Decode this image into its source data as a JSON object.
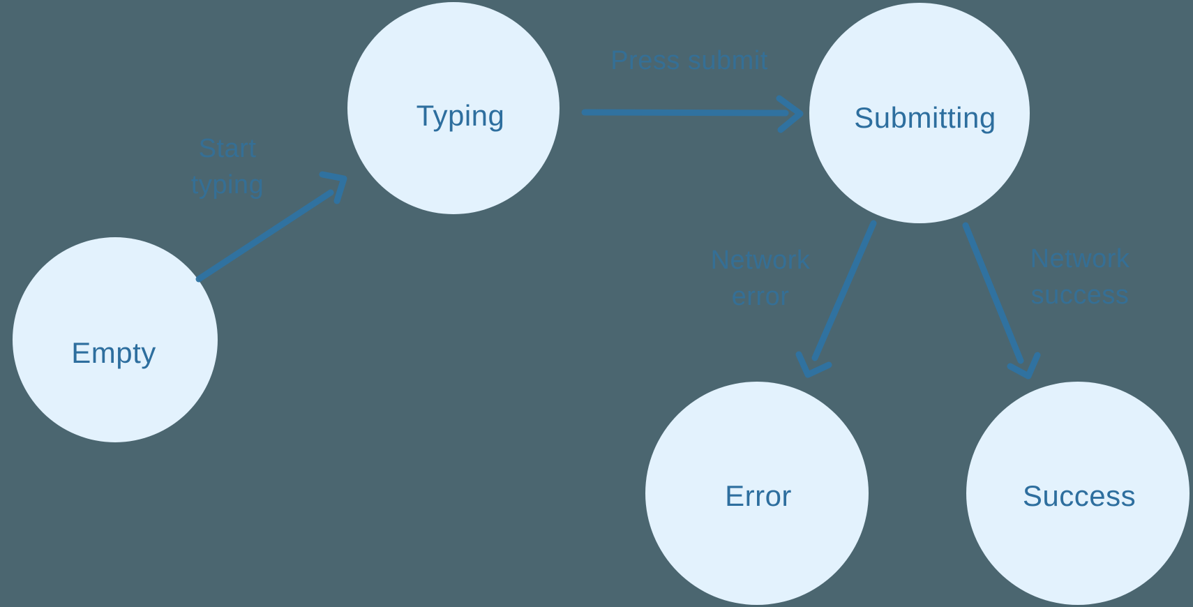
{
  "colors": {
    "background": "#4B6670",
    "node_fill": "#E3F2FD",
    "node_text": "#2D6E9E",
    "arrow": "#2E73A2",
    "transition_label_text": "#2E73A2"
  },
  "states": [
    {
      "id": "empty",
      "label": "Empty"
    },
    {
      "id": "typing",
      "label": "Typing"
    },
    {
      "id": "submitting",
      "label": "Submitting"
    },
    {
      "id": "error",
      "label": "Error"
    },
    {
      "id": "success",
      "label": "Success"
    }
  ],
  "transitions": [
    {
      "id": "start-typing",
      "from": "Empty",
      "to": "Typing",
      "label": "Start typing",
      "lines": [
        "Start",
        "typing"
      ]
    },
    {
      "id": "press-submit",
      "from": "Typing",
      "to": "Submitting",
      "label": "Press submit",
      "lines": [
        "Press submit"
      ]
    },
    {
      "id": "network-error",
      "from": "Submitting",
      "to": "Error",
      "label": "Network error",
      "lines": [
        "Network",
        "error"
      ]
    },
    {
      "id": "network-success",
      "from": "Submitting",
      "to": "Success",
      "label": "Network success",
      "lines": [
        "Network",
        "success"
      ]
    }
  ]
}
